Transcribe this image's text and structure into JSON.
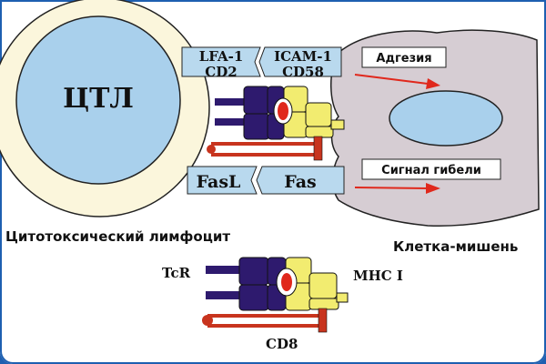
{
  "ctl_label": "ЦТЛ",
  "lymphocyte_label": "Цитотоксический лимфоцит",
  "target_label": "Клетка-мишень",
  "molecules": {
    "lfa1": "LFA-1",
    "icam1": "ICAM-1",
    "cd2": "CD2",
    "cd58": "CD58",
    "fasl": "FasL",
    "fas": "Fas"
  },
  "signals": {
    "adhesion": "Адгезия",
    "death": "Сигнал гибели"
  },
  "legend": {
    "tcr": "TcR",
    "mhc": "MHC I",
    "cd8": "CD8"
  },
  "colors": {
    "ctl_ring": "#fbf6dc",
    "ctl_nucleus": "#a9d0ec",
    "target_cell": "#d6cdd3",
    "tcr": "#2e1a6e",
    "mhc": "#f2ec70",
    "peptide": "#e0281c",
    "cd8": "#c8341e",
    "arrow": "#e0281c",
    "band": "#b9d9ee"
  }
}
